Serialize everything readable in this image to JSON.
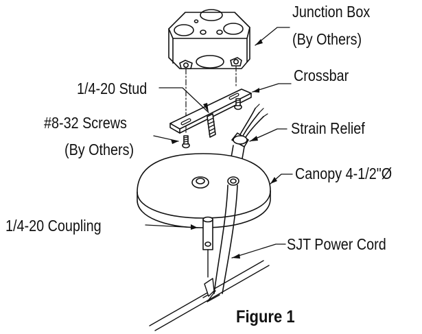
{
  "figure": {
    "caption": "Figure 1",
    "labels": {
      "junction_box_line1": "Junction Box",
      "junction_box_line2": "(By Others)",
      "crossbar": "Crossbar",
      "stud": "1/4-20 Stud",
      "screws_line1": "#8-32 Screws",
      "screws_line2": "(By Others)",
      "strain_relief": "Strain Relief",
      "canopy": "Canopy 4-1/2\"Ø",
      "coupling": "1/4-20 Coupling",
      "power_cord": "SJT Power Cord"
    }
  }
}
